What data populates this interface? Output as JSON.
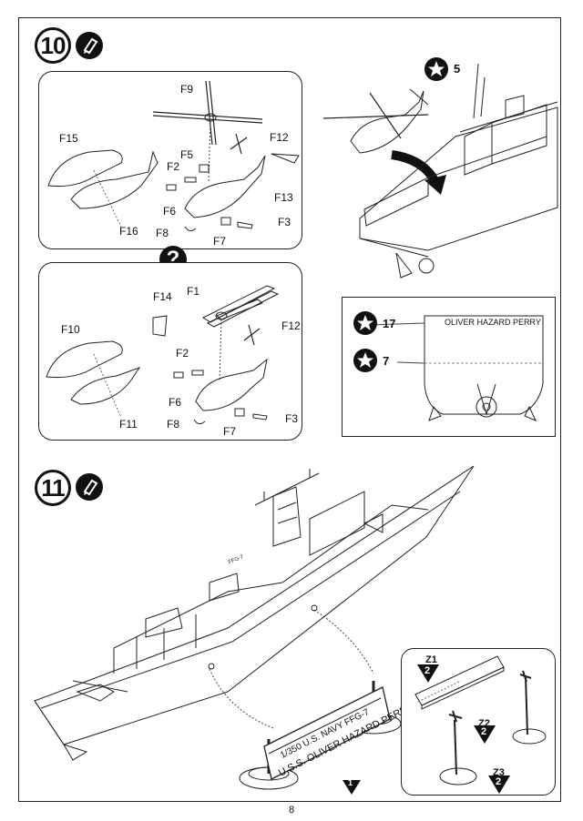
{
  "page": {
    "number": "8"
  },
  "step10": {
    "number": "10",
    "panel_a_labels": {
      "f9": "F9",
      "f15": "F15",
      "f5": "F5",
      "f12": "F12",
      "f2": "F2",
      "f13": "F13",
      "f6": "F6",
      "f3": "F3",
      "f16": "F16",
      "f8": "F8",
      "f7": "F7"
    },
    "question_mark": "?",
    "panel_b_labels": {
      "f14": "F14",
      "f1": "F1",
      "f12": "F12",
      "f10": "F10",
      "f2": "F2",
      "f6": "F6",
      "f11": "F11",
      "f8": "F8",
      "f3": "F3",
      "f7": "F7"
    },
    "decal_top": "5",
    "decal_hull_upper": "17",
    "decal_hull_lower": "7",
    "hull_text": "OLIVER HAZARD PERRY"
  },
  "step11": {
    "number": "11",
    "stand_labels": {
      "z1": "Z1",
      "z1_qty": "2",
      "z2": "Z2",
      "z2_qty": "2",
      "z3": "Z3",
      "z3_qty": "2"
    },
    "plaque_line1": "1/350 U.S. NAVY FFG-7",
    "plaque_line2": "U.S.S. OLIVER HAZARD PERRY",
    "hull_number": "FFG-7"
  },
  "icons": [
    "glue-icon",
    "star-decal-icon",
    "question-icon",
    "triangle-marker-icon"
  ]
}
